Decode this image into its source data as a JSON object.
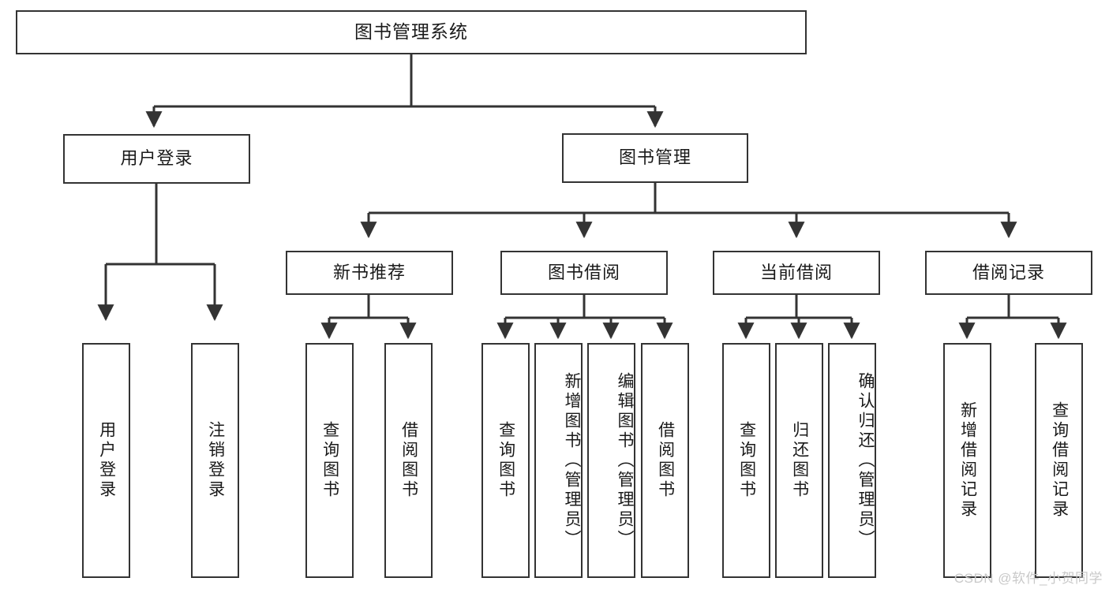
{
  "diagram": {
    "title": "图书管理系统",
    "type": "tree",
    "watermark": "CSDN @软件_小贺同学",
    "colors": {
      "box_border": "#333333",
      "box_fill": "#ffffff",
      "edge": "#333333",
      "text": "#1a1a1a",
      "watermark": "#c9c9c9"
    },
    "nodes": {
      "root": {
        "label": "图书管理系统",
        "level": 1
      },
      "level2": [
        {
          "id": "user-login",
          "label": "用户登录"
        },
        {
          "id": "book-manage",
          "label": "图书管理"
        }
      ],
      "level3": [
        {
          "id": "new-book-recommend",
          "label": "新书推荐"
        },
        {
          "id": "book-borrow",
          "label": "图书借阅"
        },
        {
          "id": "current-borrow",
          "label": "当前借阅"
        },
        {
          "id": "borrow-record",
          "label": "借阅记录"
        }
      ],
      "leaves": {
        "user_login": [
          {
            "id": "leaf-user-login",
            "label": "用户登录"
          },
          {
            "id": "leaf-logout",
            "label": "注销登录"
          }
        ],
        "new_book_recommend": [
          {
            "id": "leaf-query-book-1",
            "label": "查询图书"
          },
          {
            "id": "leaf-borrow-book-1",
            "label": "借阅图书"
          }
        ],
        "book_borrow": [
          {
            "id": "leaf-query-book-2",
            "label": "查询图书"
          },
          {
            "id": "leaf-add-book",
            "label": "新增图书（管理员）"
          },
          {
            "id": "leaf-edit-book",
            "label": "编辑图书（管理员）"
          },
          {
            "id": "leaf-borrow-book-2",
            "label": "借阅图书"
          }
        ],
        "current_borrow": [
          {
            "id": "leaf-query-book-3",
            "label": "查询图书"
          },
          {
            "id": "leaf-return-book",
            "label": "归还图书"
          },
          {
            "id": "leaf-confirm-return",
            "label": "确认归还（管理员）"
          }
        ],
        "borrow_record": [
          {
            "id": "leaf-add-record",
            "label": "新增借阅记录"
          },
          {
            "id": "leaf-query-record",
            "label": "查询借阅记录"
          }
        ]
      }
    }
  }
}
